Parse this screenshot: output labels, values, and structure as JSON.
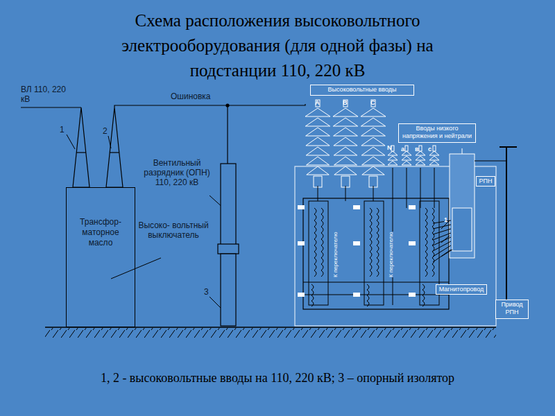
{
  "diagram": {
    "title": "Схема расположения высоковольтного электрооборудования (для одной фазы) на подстанции 110, 220 кВ",
    "caption": "1, 2 - высоковольтные вводы на 110, 220 кВ; 3 – опорный изолятор",
    "nodes": [
      {
        "text": [
          "Трансфор- маторное масло"
        ]
      },
      {
        "text": [
          "Высоковольтные вводы"
        ]
      },
      {
        "text": [
          "Вводы низкого напряжения и нейтрали"
        ]
      },
      {
        "text": [
          "РПН"
        ]
      },
      {
        "text": [
          "Магнитопровод"
        ]
      },
      {
        "text": [
          "Привод РПН"
        ]
      }
    ],
    "labels": [
      "ВЛ 110, 220 кВ",
      "1",
      "2",
      "Ошиновка",
      "Вентильный разрядник (ОПН) 110, 220 кВ",
      "Высоко- вольтный выключатель",
      "3",
      "А",
      "В",
      "С",
      "N",
      "а",
      "в",
      "с",
      "К переключателю",
      "К переключателю",
      "1"
    ]
  }
}
